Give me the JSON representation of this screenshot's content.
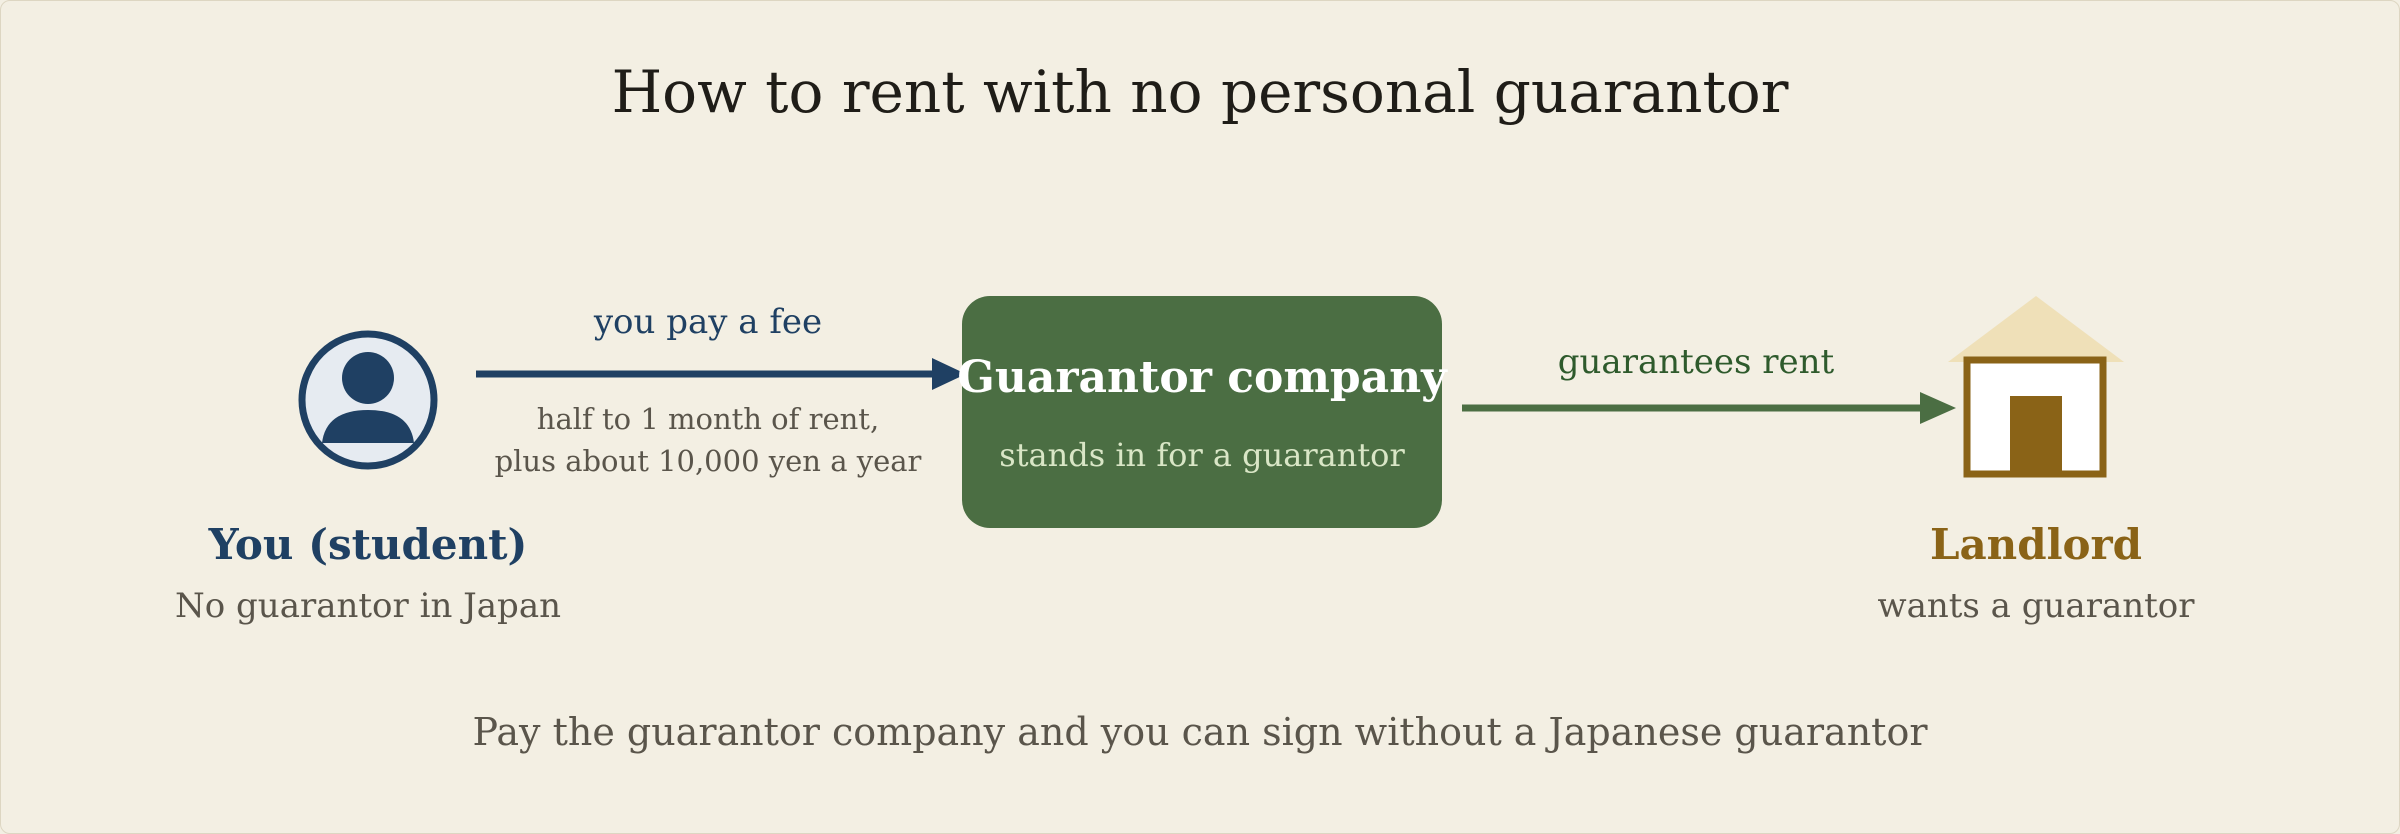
{
  "title": "How to rent with no personal guarantor",
  "student": {
    "name": "You (student)",
    "sub": "No guarantor in Japan",
    "icon": "person-icon"
  },
  "fee_arrow": {
    "label": "you pay a fee",
    "detail_line1": "half to 1 month of rent,",
    "detail_line2": "plus about 10,000 yen a year"
  },
  "company": {
    "name": "Guarantor company",
    "sub": "stands in for a guarantor"
  },
  "guarantee_arrow": {
    "label": "guarantees rent"
  },
  "landlord": {
    "name": "Landlord",
    "sub": "wants a guarantor",
    "icon": "house-icon"
  },
  "footer": "Pay the guarantor company and you can sign without a Japanese guarantor",
  "colors": {
    "background": "#f3efe3",
    "student_blue": "#1f4063",
    "company_green": "#4b6e43",
    "landlord_brown": "#8a6317",
    "roof": "#efe0b8"
  }
}
